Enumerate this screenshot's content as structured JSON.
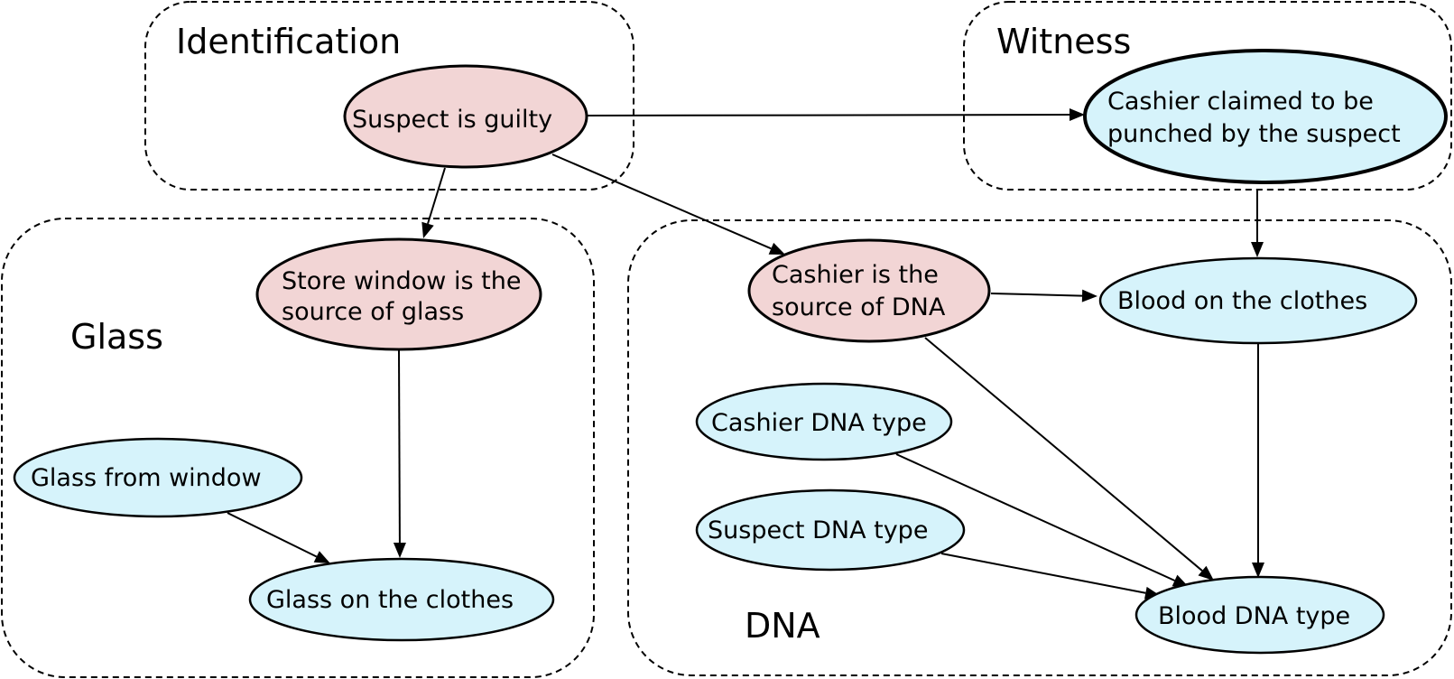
{
  "colors": {
    "hypothesis_fill": "#f2d5d5",
    "evidence_fill": "#d6f3fb",
    "stroke": "#000000"
  },
  "groups": {
    "identification": "Identification",
    "witness": "Witness",
    "glass": "Glass",
    "dna": "DNA"
  },
  "nodes": {
    "suspect_guilty": [
      "Suspect is guilty"
    ],
    "cashier_claimed": [
      "Cashier claimed to be",
      "punched by the suspect"
    ],
    "store_window": [
      "Store window is the",
      "source of glass"
    ],
    "cashier_source_dna": [
      "Cashier is the",
      "source of DNA"
    ],
    "blood_on_clothes": [
      "Blood on the clothes"
    ],
    "glass_from_window": [
      "Glass from window"
    ],
    "glass_on_clothes": [
      "Glass on the clothes"
    ],
    "cashier_dna_type": [
      "Cashier DNA type"
    ],
    "suspect_dna_type": [
      "Suspect DNA type"
    ],
    "blood_dna_type": [
      "Blood DNA type"
    ]
  },
  "edges": [
    [
      "suspect_guilty",
      "cashier_claimed"
    ],
    [
      "suspect_guilty",
      "store_window"
    ],
    [
      "suspect_guilty",
      "cashier_source_dna"
    ],
    [
      "cashier_claimed",
      "blood_on_clothes"
    ],
    [
      "cashier_source_dna",
      "blood_on_clothes"
    ],
    [
      "cashier_source_dna",
      "blood_dna_type"
    ],
    [
      "blood_on_clothes",
      "blood_dna_type"
    ],
    [
      "cashier_dna_type",
      "blood_dna_type"
    ],
    [
      "suspect_dna_type",
      "blood_dna_type"
    ],
    [
      "store_window",
      "glass_on_clothes"
    ],
    [
      "glass_from_window",
      "glass_on_clothes"
    ]
  ]
}
